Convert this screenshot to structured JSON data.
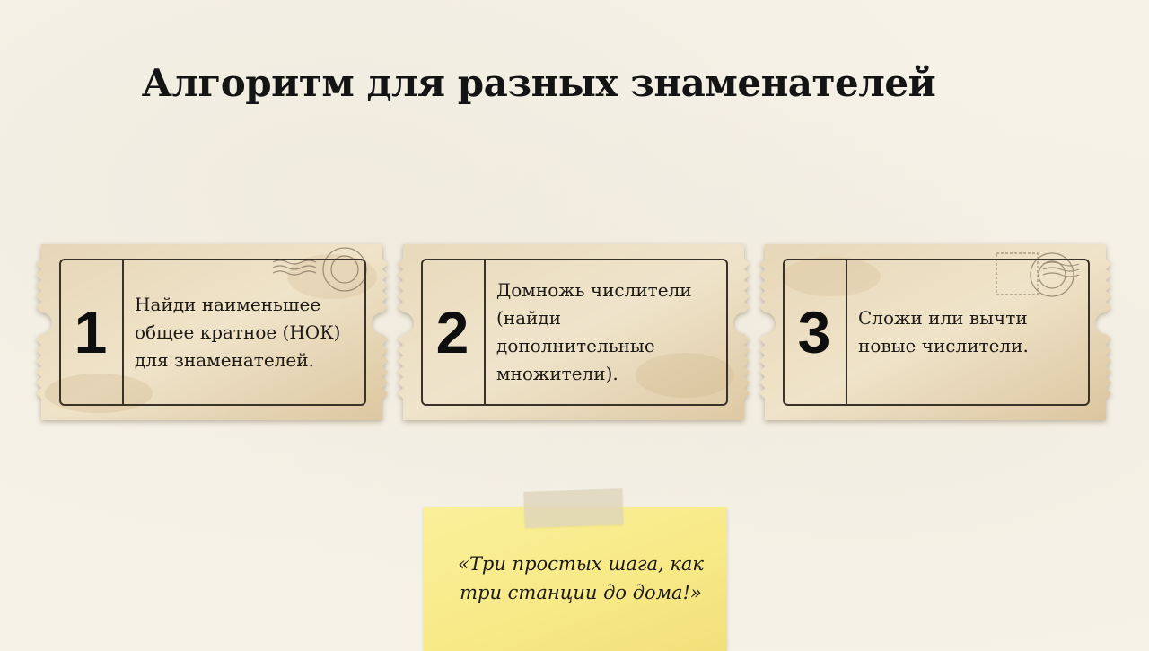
{
  "slide": {
    "title": "Алгоритм для разных знаменателей"
  },
  "steps": [
    {
      "number": "1",
      "lines": [
        "Найди наименьшее",
        "общее кратное (НОК)",
        "для знаменателей."
      ]
    },
    {
      "number": "2",
      "lines": [
        "Домножь числители",
        "(найди дополнительные",
        "множители)."
      ]
    },
    {
      "number": "3",
      "lines": [
        "Сложи или вычти",
        "новые числители."
      ]
    }
  ],
  "note": {
    "lines": [
      "«Три простых шага, как",
      "три станции до дома!»"
    ]
  },
  "colors": {
    "background": "#f6f2e8",
    "ticket": "#e9dcc0",
    "note": "#f7e986",
    "ink": "#141414"
  }
}
